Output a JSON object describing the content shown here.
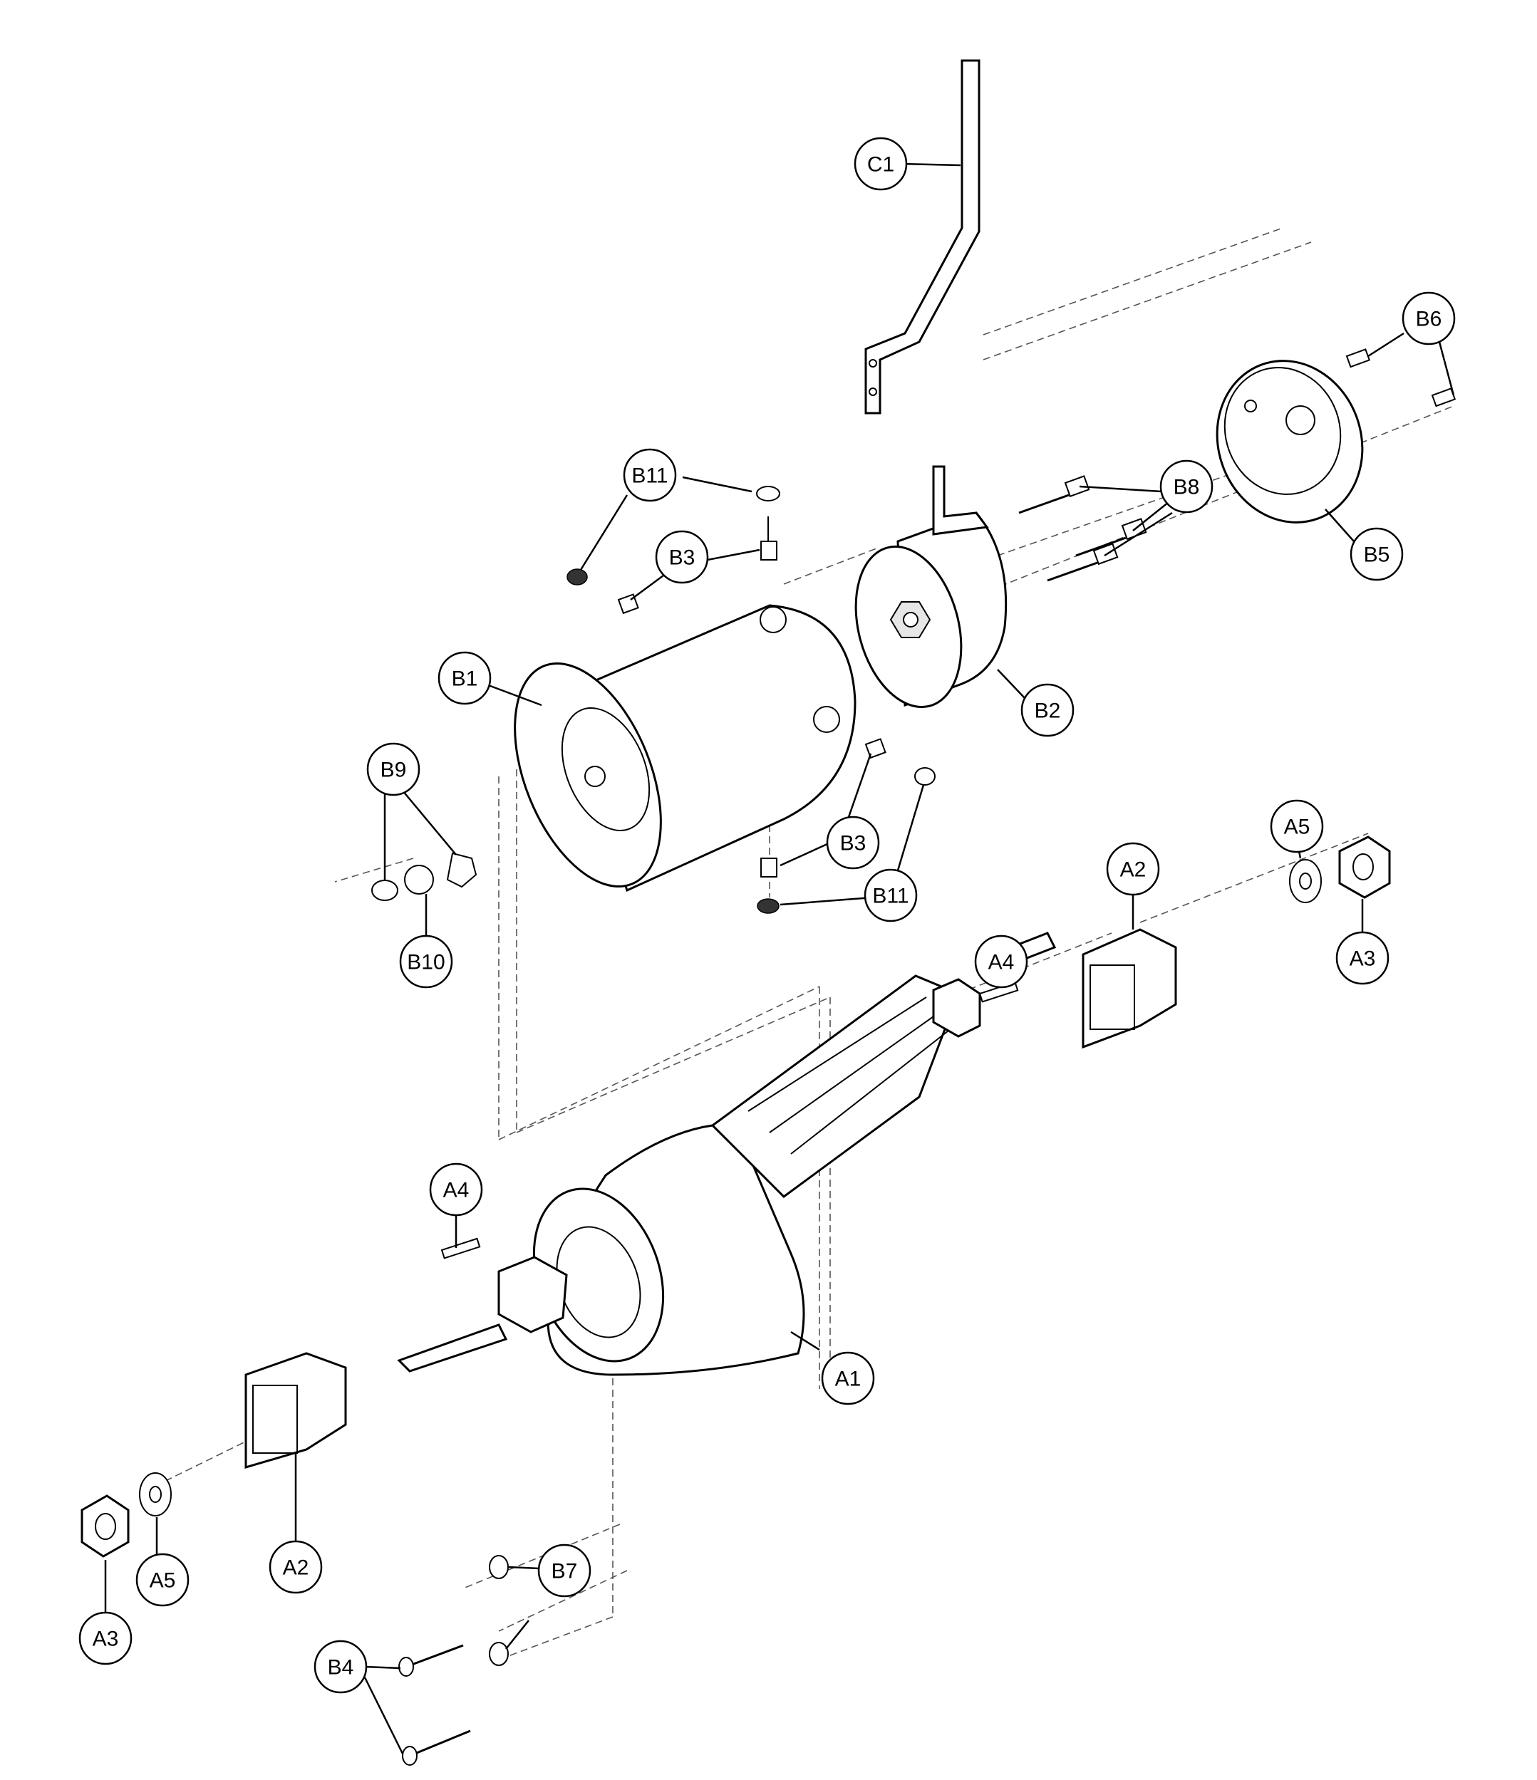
{
  "callouts": {
    "C1": "C1",
    "B1": "B1",
    "B2": "B2",
    "B3_top": "B3",
    "B3_bottom": "B3",
    "B5": "B5",
    "B6": "B6",
    "B8": "B8",
    "B9": "B9",
    "B10": "B10",
    "B11_top": "B11",
    "B11_bottom": "B11",
    "A1": "A1",
    "A2_right": "A2",
    "A2_left": "A2",
    "A3_right": "A3",
    "A3_left": "A3",
    "A4_right": "A4",
    "A4_left": "A4",
    "A5_right": "A5",
    "A5_left": "A5",
    "B4": "B4",
    "B7": "B7"
  },
  "colors": {
    "line": "#000000",
    "background": "#ffffff",
    "dash": "#555555"
  }
}
